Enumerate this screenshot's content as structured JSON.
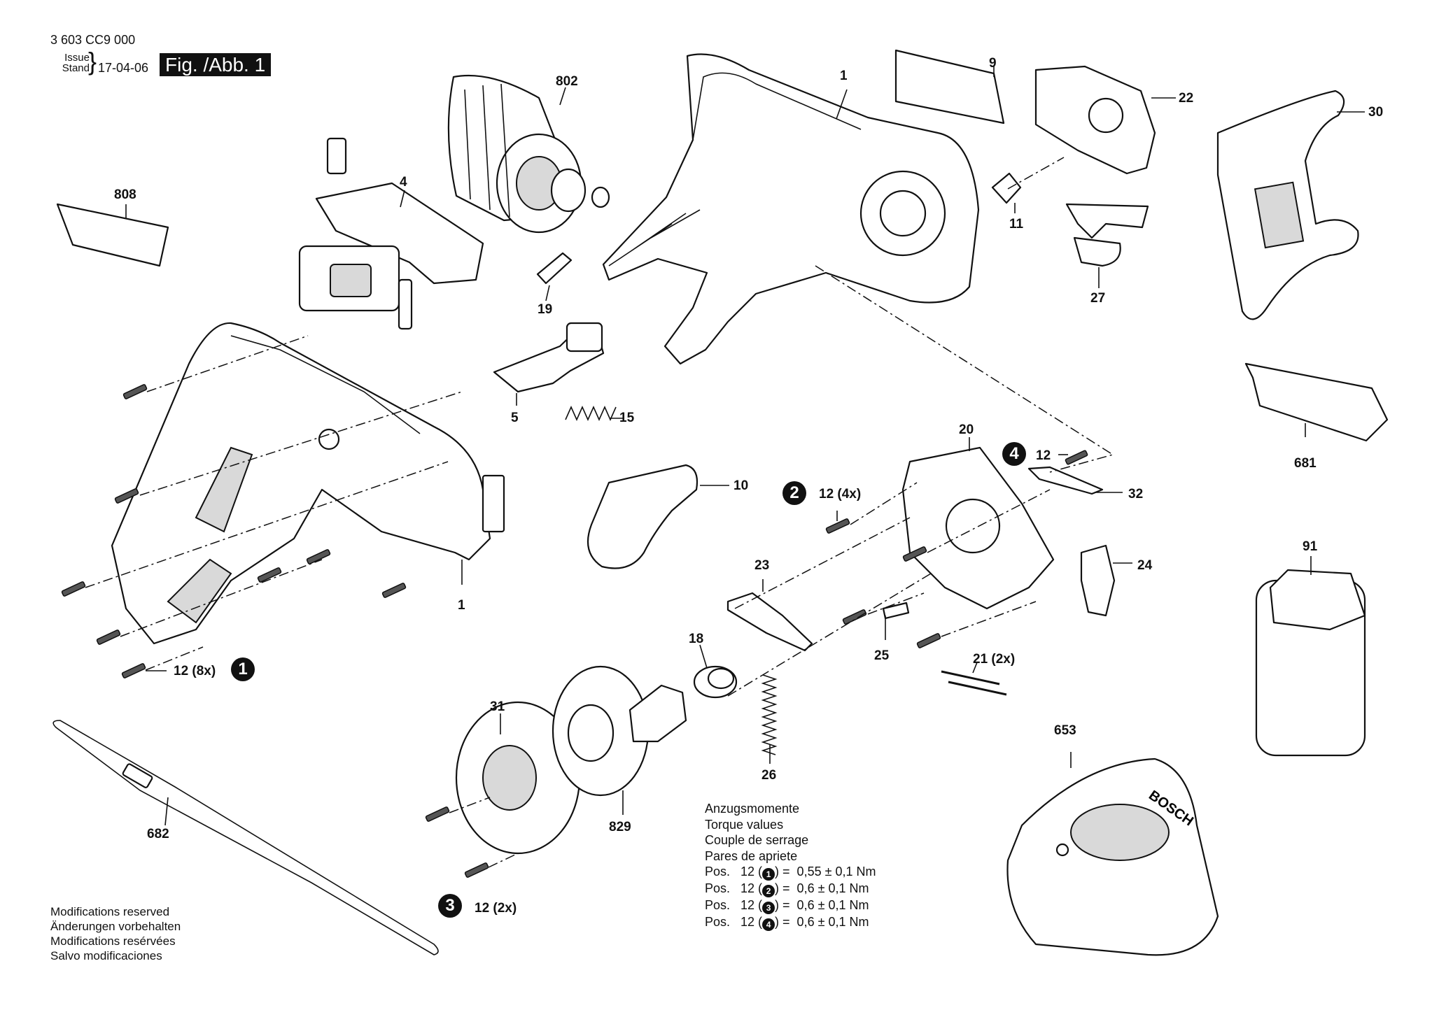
{
  "header": {
    "doc_number": "3 603 CC9 000",
    "issue_label": "Issue",
    "stand_label": "Stand",
    "date": "17-04-06",
    "figure": "Fig. /Abb. 1"
  },
  "callouts": {
    "p802": "802",
    "p1_top": "1",
    "p9": "9",
    "p22": "22",
    "p30": "30",
    "p808": "808",
    "p4": "4",
    "p11": "11",
    "p27": "27",
    "p19": "19",
    "p5": "5",
    "p15": "15",
    "p20": "20",
    "p12_4": "12",
    "p32": "32",
    "p10": "10",
    "p12_4x": "12 (4x)",
    "p1_bottom": "1",
    "p23": "23",
    "p24": "24",
    "p681": "681",
    "p91": "91",
    "p18": "18",
    "p25": "25",
    "p21": "21 (2x)",
    "p12_8x": "12 (8x)",
    "p31": "31",
    "p26": "26",
    "p653": "653",
    "p682": "682",
    "p829": "829",
    "p12_2x": "12 (2x)",
    "badge1": "1",
    "badge2": "2",
    "badge3": "3",
    "badge4": "4"
  },
  "torque": {
    "heading_de": "Anzugsmomente",
    "heading_en": "Torque values",
    "heading_fr": "Couple de serrage",
    "heading_es": "Pares de apriete",
    "rows": [
      {
        "prefix": "Pos.   12 (",
        "badge": "1",
        "value": ") =  0,55 ± 0,1 Nm"
      },
      {
        "prefix": "Pos.   12 (",
        "badge": "2",
        "value": ") =  0,6 ± 0,1 Nm"
      },
      {
        "prefix": "Pos.   12 (",
        "badge": "3",
        "value": ") =  0,6 ± 0,1 Nm"
      },
      {
        "prefix": "Pos.   12 (",
        "badge": "4",
        "value": ") =  0,6 ± 0,1 Nm"
      }
    ]
  },
  "notes": {
    "en": "Modifications reserved",
    "de": "Änderungen vorbehalten",
    "fr": "Modifications resérvées",
    "es": "Salvo modificaciones"
  },
  "charger_logo": "BOSCH"
}
